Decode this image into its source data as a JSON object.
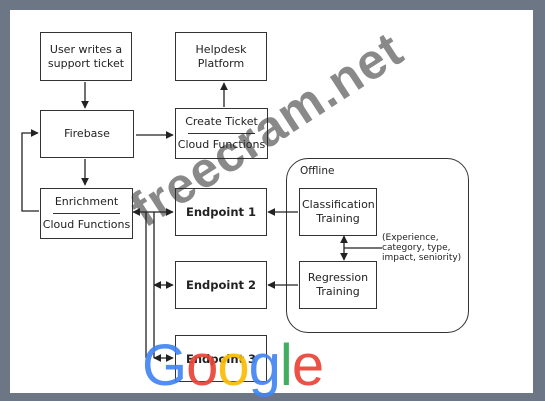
{
  "nodes": {
    "user_ticket": "User writes a support ticket",
    "helpdesk": "Helpdesk Platform",
    "firebase": "Firebase",
    "create_ticket_title": "Create Ticket",
    "create_ticket_sub": "Cloud Functions",
    "enrichment_title": "Enrichment",
    "enrichment_sub": "Cloud Functions",
    "endpoint1": "Endpoint 1",
    "endpoint2": "Endpoint 2",
    "endpoint3": "Endpoint 3",
    "classification": "Classification Training",
    "regression": "Regression Training"
  },
  "offline_label": "Offline",
  "features_note": "(Experience, category, type, impact, seniority)",
  "watermark": "freecram.net",
  "logo": {
    "letters": [
      "G",
      "o",
      "o",
      "g",
      "l",
      "e"
    ],
    "colors": [
      "#4285F4",
      "#EA4335",
      "#FBBC05",
      "#4285F4",
      "#34A853",
      "#EA4335"
    ]
  },
  "colors": {
    "line": "#222222",
    "frame": "#6c7685"
  }
}
